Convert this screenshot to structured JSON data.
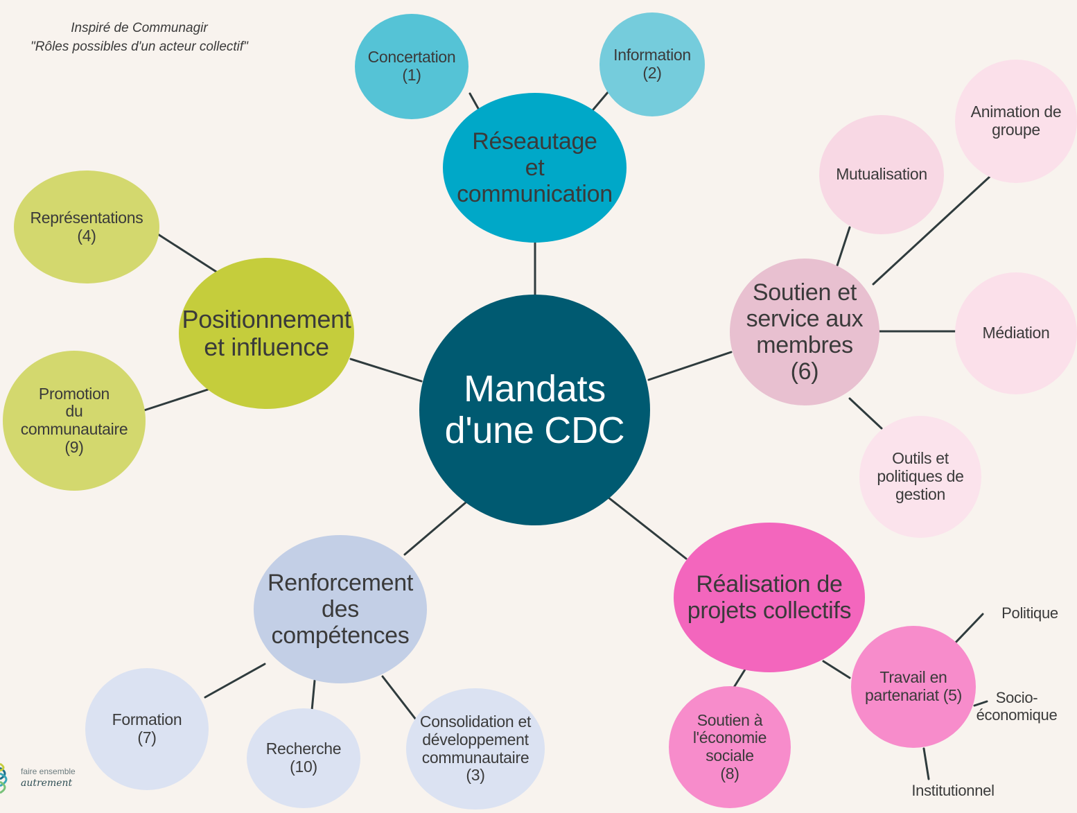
{
  "header_note": {
    "line1": "Inspiré de Communagir",
    "line2": "\"Rôles possibles d'un acteur collectif\""
  },
  "logo": {
    "line1": "faire ensemble",
    "line2": "autrement"
  },
  "colors": {
    "center": "#005a71",
    "network": "#00a8c8",
    "network_light": "#55c3d6",
    "network_lighter": "#75ccdc",
    "influence": "#c5cd3c",
    "influence_light": "#d3d86e",
    "support": "#e8c0d0",
    "support_light": "#f8d8e4",
    "support_lighter": "#fbe3ec",
    "projects": "#f366bd",
    "projects_mid": "#f78ccb",
    "skills": "#c3cfe6",
    "skills_light": "#dbe2f2",
    "connector": "#2f3b3d"
  },
  "nodes": {
    "center": "Mandats\nd'une CDC",
    "reseautage": "Réseautage\net\ncommunication",
    "concertation": "Concertation\n(1)",
    "information": "Information\n(2)",
    "positionnement": "Positionnement\net influence",
    "representations": "Représentations\n(4)",
    "promotion": "Promotion\ndu\ncommunautaire\n(9)",
    "soutien": "Soutien et\nservice aux\nmembres\n(6)",
    "mutualisation": "Mutualisation",
    "animation": "Animation de\ngroupe",
    "mediation": "Médiation",
    "outils": "Outils et\npolitiques de\ngestion",
    "realisation": "Réalisation de\nprojets collectifs",
    "economie_sociale": "Soutien à\nl'économie\nsociale\n(8)",
    "partenariat": "Travail en\npartenariat (5)",
    "renforcement": "Renforcement\ndes compétences",
    "formation": "Formation\n(7)",
    "recherche": "Recherche\n(10)",
    "consolidation": "Consolidation et\ndéveloppement\ncommunautaire\n(3)"
  },
  "labels": {
    "politique": "Politique",
    "socio": "Socio-\néconomique",
    "institutionnel": "Institutionnel"
  }
}
